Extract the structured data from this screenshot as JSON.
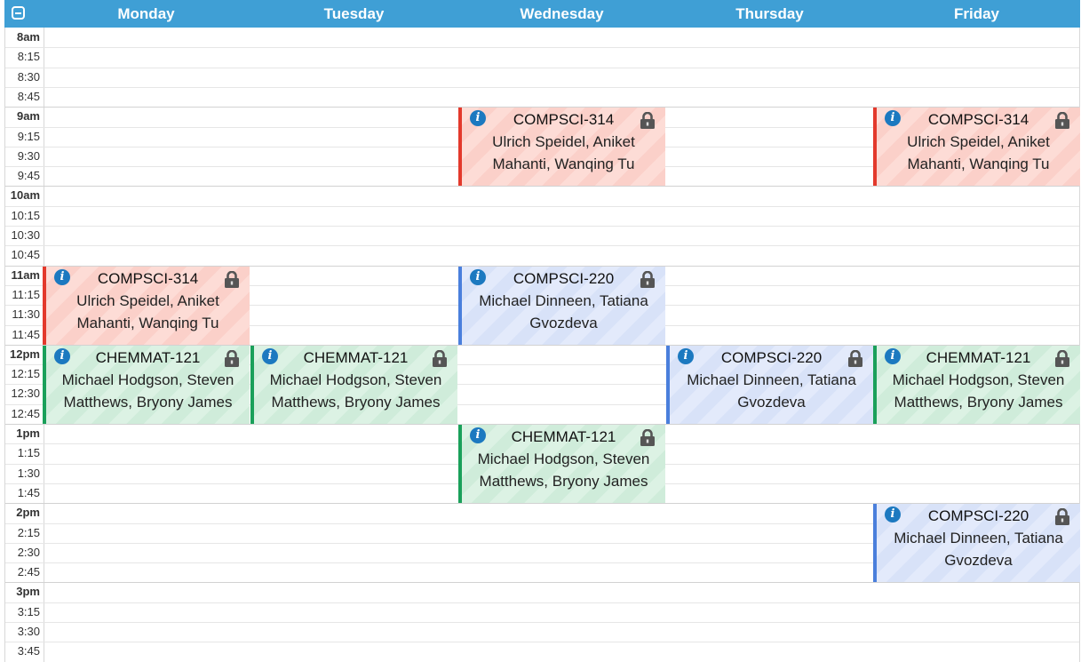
{
  "header": {
    "collapse_icon": "minus-square-icon",
    "days": [
      "Monday",
      "Tuesday",
      "Wednesday",
      "Thursday",
      "Friday"
    ]
  },
  "times": [
    "8am",
    "8:15",
    "8:30",
    "8:45",
    "9am",
    "9:15",
    "9:30",
    "9:45",
    "10am",
    "10:15",
    "10:30",
    "10:45",
    "11am",
    "11:15",
    "11:30",
    "11:45",
    "12pm",
    "12:15",
    "12:30",
    "12:45",
    "1pm",
    "1:15",
    "1:30",
    "1:45",
    "2pm",
    "2:15",
    "2:30",
    "2:45",
    "3pm",
    "3:15",
    "3:30",
    "3:45"
  ],
  "colors": {
    "header": "#3f9fd5",
    "red": "#e3392c",
    "blue": "#4a7fdc",
    "green": "#1aa05a"
  },
  "events": [
    {
      "title": "COMPSCI-314",
      "people": "Ulrich Speidel, Aniket Mahanti, Wanqing Tu",
      "day": "Wednesday",
      "start": "9am",
      "end": "10am",
      "color": "red"
    },
    {
      "title": "COMPSCI-314",
      "people": "Ulrich Speidel, Aniket Mahanti, Wanqing Tu",
      "day": "Friday",
      "start": "9am",
      "end": "10am",
      "color": "red"
    },
    {
      "title": "COMPSCI-314",
      "people": "Ulrich Speidel, Aniket Mahanti, Wanqing Tu",
      "day": "Monday",
      "start": "11am",
      "end": "12pm",
      "color": "red"
    },
    {
      "title": "COMPSCI-220",
      "people": "Michael Dinneen, Tatiana Gvozdeva",
      "day": "Wednesday",
      "start": "11am",
      "end": "12pm",
      "color": "blue"
    },
    {
      "title": "CHEMMAT-121",
      "people": "Michael Hodgson, Steven Matthews, Bryony James",
      "day": "Monday",
      "start": "12pm",
      "end": "1pm",
      "color": "green"
    },
    {
      "title": "CHEMMAT-121",
      "people": "Michael Hodgson, Steven Matthews, Bryony James",
      "day": "Tuesday",
      "start": "12pm",
      "end": "1pm",
      "color": "green"
    },
    {
      "title": "COMPSCI-220",
      "people": "Michael Dinneen, Tatiana Gvozdeva",
      "day": "Thursday",
      "start": "12pm",
      "end": "1pm",
      "color": "blue"
    },
    {
      "title": "CHEMMAT-121",
      "people": "Michael Hodgson, Steven Matthews, Bryony James",
      "day": "Friday",
      "start": "12pm",
      "end": "1pm",
      "color": "green"
    },
    {
      "title": "CHEMMAT-121",
      "people": "Michael Hodgson, Steven Matthews, Bryony James",
      "day": "Wednesday",
      "start": "1pm",
      "end": "2pm",
      "color": "green"
    },
    {
      "title": "COMPSCI-220",
      "people": "Michael Dinneen, Tatiana Gvozdeva",
      "day": "Friday",
      "start": "2pm",
      "end": "3pm",
      "color": "blue"
    }
  ]
}
